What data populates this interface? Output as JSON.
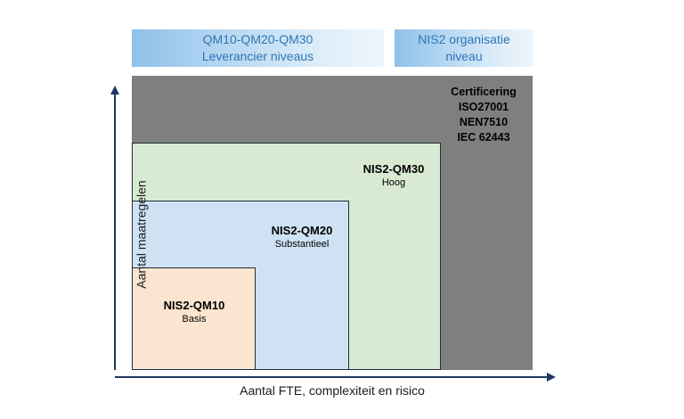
{
  "headers": {
    "left": {
      "line1": "QM10-QM20-QM30",
      "line2": "Leverancier niveaus"
    },
    "right": {
      "line1": "NIS2 organisatie",
      "line2": "niveau"
    }
  },
  "certification": {
    "title": "Certificering",
    "items": [
      "ISO27001",
      "NEN7510",
      "IEC 62443"
    ]
  },
  "boxes": [
    {
      "id": "qm30",
      "label": "NIS2-QM30",
      "sublabel": "Hoog"
    },
    {
      "id": "qm20",
      "label": "NIS2-QM20",
      "sublabel": "Substantieel"
    },
    {
      "id": "qm10",
      "label": "NIS2-QM10",
      "sublabel": "Basis"
    }
  ],
  "axes": {
    "y_label": "Aantal maatregelen",
    "x_label": "Aantal FTE, complexiteit en risico"
  },
  "colors": {
    "gray_box": "#7f7f7f",
    "green_box": "#d9ead3",
    "blue_box": "#cfe2f3",
    "peach_box": "#fbe5d0",
    "header_text": "#2e75b6",
    "header_gradient_start": "#8fc0e9",
    "header_gradient_end": "#eef6fc",
    "axis": "#1f3864",
    "box_border": "#1f2d3d"
  }
}
